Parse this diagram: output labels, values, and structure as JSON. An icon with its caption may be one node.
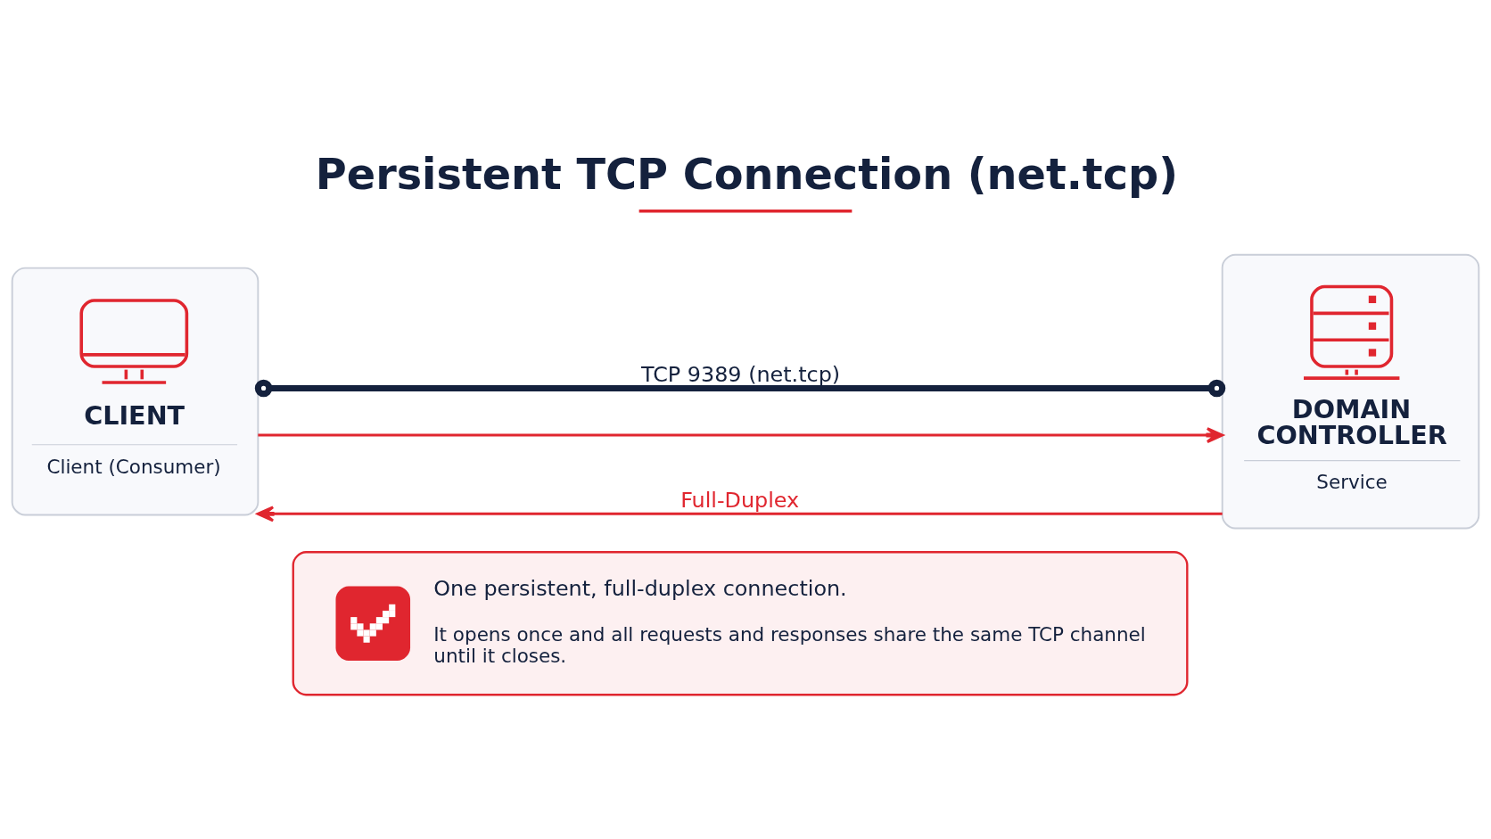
{
  "diagram": {
    "title": "Persistent TCP Connection (net.tcp)",
    "nodes": [
      {
        "text": [
          "CLIENT",
          "Client (Consumer)"
        ]
      },
      {
        "text": [
          "DOMAIN CONTROLLER",
          "Service"
        ]
      },
      {
        "text": [
          "One persistent, full-duplex connection.",
          "It opens once and all requests and responses share the same TCP channel until it closes."
        ]
      }
    ],
    "edges": [
      {
        "from": 0,
        "to": 1,
        "arrow": "other",
        "label": "TCP 9389 (net.tcp)",
        "style": "thick",
        "color": "#14213d"
      },
      {
        "from": 0,
        "to": 1,
        "arrow": "to"
      },
      {
        "from": 1,
        "to": 0,
        "arrow": "to",
        "label": "Full-Duplex"
      }
    ]
  }
}
